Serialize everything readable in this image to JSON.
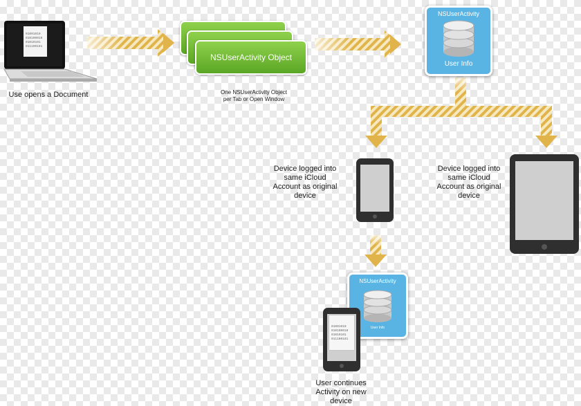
{
  "laptop": {
    "caption": "Use opens a Document",
    "doc_lines": [
      "01001010",
      "010100010",
      "01010101",
      "011100101"
    ]
  },
  "activity_objects": {
    "label": "NSUserActivity Object",
    "caption": "One NSUserActivity Object\nper Tab or Open Window"
  },
  "activity_box_top": {
    "title": "NSUserActivity",
    "subtitle": "User Info"
  },
  "phone_device": {
    "caption": "Device logged into\nsame iCloud\nAccount as original\ndevice"
  },
  "tablet_device": {
    "caption": "Device logged into\nsame iCloud\nAccount as original\ndevice"
  },
  "activity_box_bottom": {
    "title": "NSUserActivity",
    "subtitle": "User Info"
  },
  "new_device": {
    "caption": "User continues\nActivity on new\ndevice",
    "doc_lines": [
      "01001010",
      "010100010",
      "01010101",
      "011100101"
    ]
  },
  "colors": {
    "arrow": "#e0b44a",
    "green": "#6cbb2e",
    "blue": "#59b4e3",
    "device": "#333333"
  }
}
